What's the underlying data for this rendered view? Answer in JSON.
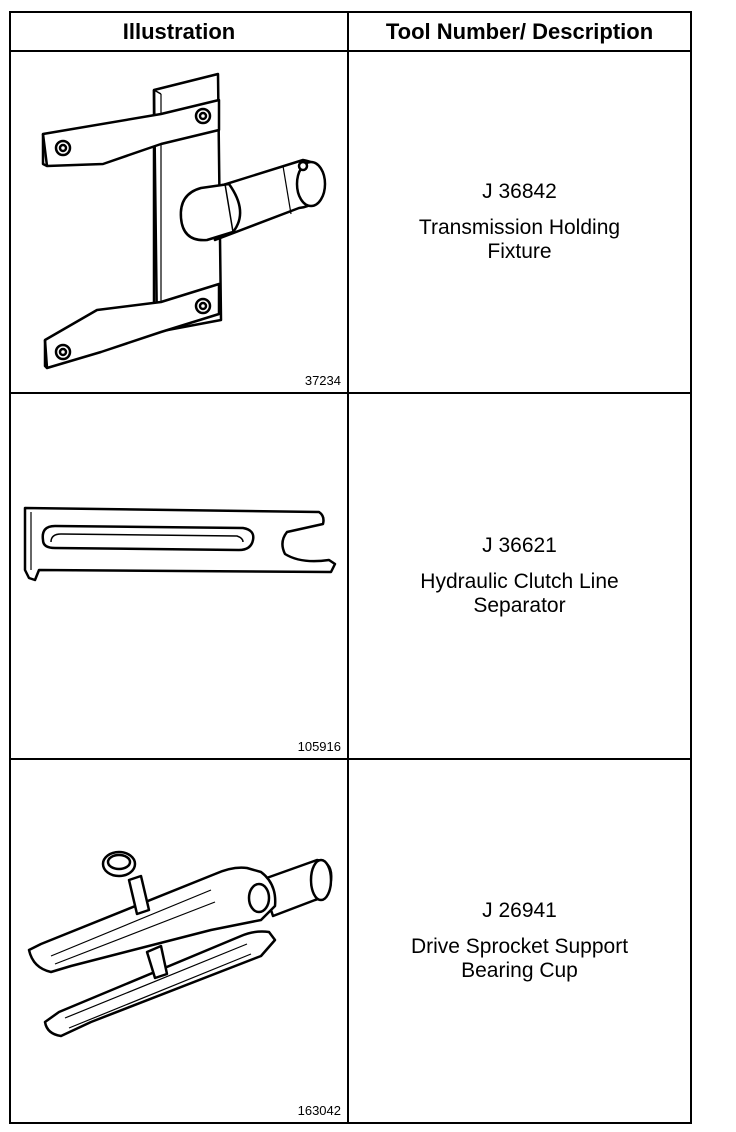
{
  "table": {
    "headers": {
      "illustration": "Illustration",
      "description": "Tool Number/ Description"
    },
    "rows": [
      {
        "figure_number": "37234",
        "tool_number": "J 36842",
        "description": "Transmission Holding\nFixture",
        "illustration_icon": "transmission-holding-fixture-icon"
      },
      {
        "figure_number": "105916",
        "tool_number": "J 36621",
        "description": "Hydraulic Clutch Line\nSeparator",
        "illustration_icon": "clutch-line-separator-icon"
      },
      {
        "figure_number": "163042",
        "tool_number": "J 26941",
        "description": "Drive Sprocket Support\nBearing Cup",
        "illustration_icon": "bearing-cup-puller-icon"
      }
    ]
  }
}
